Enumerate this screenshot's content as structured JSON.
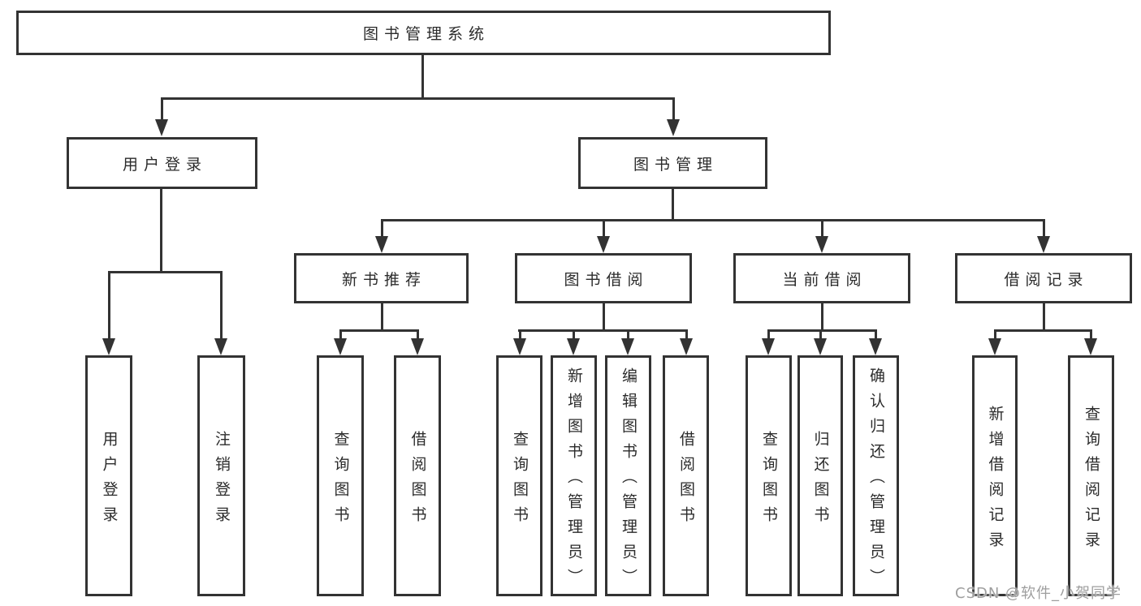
{
  "tree": {
    "label": "图书管理系统",
    "children": [
      {
        "label": "用户登录",
        "children": [
          {
            "label": "用户登录"
          },
          {
            "label": "注销登录"
          }
        ]
      },
      {
        "label": "图书管理",
        "children": [
          {
            "label": "新书推荐",
            "children": [
              {
                "label": "查询图书"
              },
              {
                "label": "借阅图书"
              }
            ]
          },
          {
            "label": "图书借阅",
            "children": [
              {
                "label": "查询图书"
              },
              {
                "label": "新增图书（管理员）"
              },
              {
                "label": "编辑图书（管理员）"
              },
              {
                "label": "借阅图书"
              }
            ]
          },
          {
            "label": "当前借阅",
            "children": [
              {
                "label": "查询图书"
              },
              {
                "label": "归还图书"
              },
              {
                "label": "确认归还（管理员）"
              }
            ]
          },
          {
            "label": "借阅记录",
            "children": [
              {
                "label": "新增借阅记录"
              },
              {
                "label": "查询借阅记录"
              }
            ]
          }
        ]
      }
    ]
  },
  "watermark": "CSDN @软件_小贺同学",
  "colors": {
    "line": "#333333",
    "text": "#2b2b2b",
    "background": "#ffffff",
    "watermark": "#9e9e9e"
  }
}
